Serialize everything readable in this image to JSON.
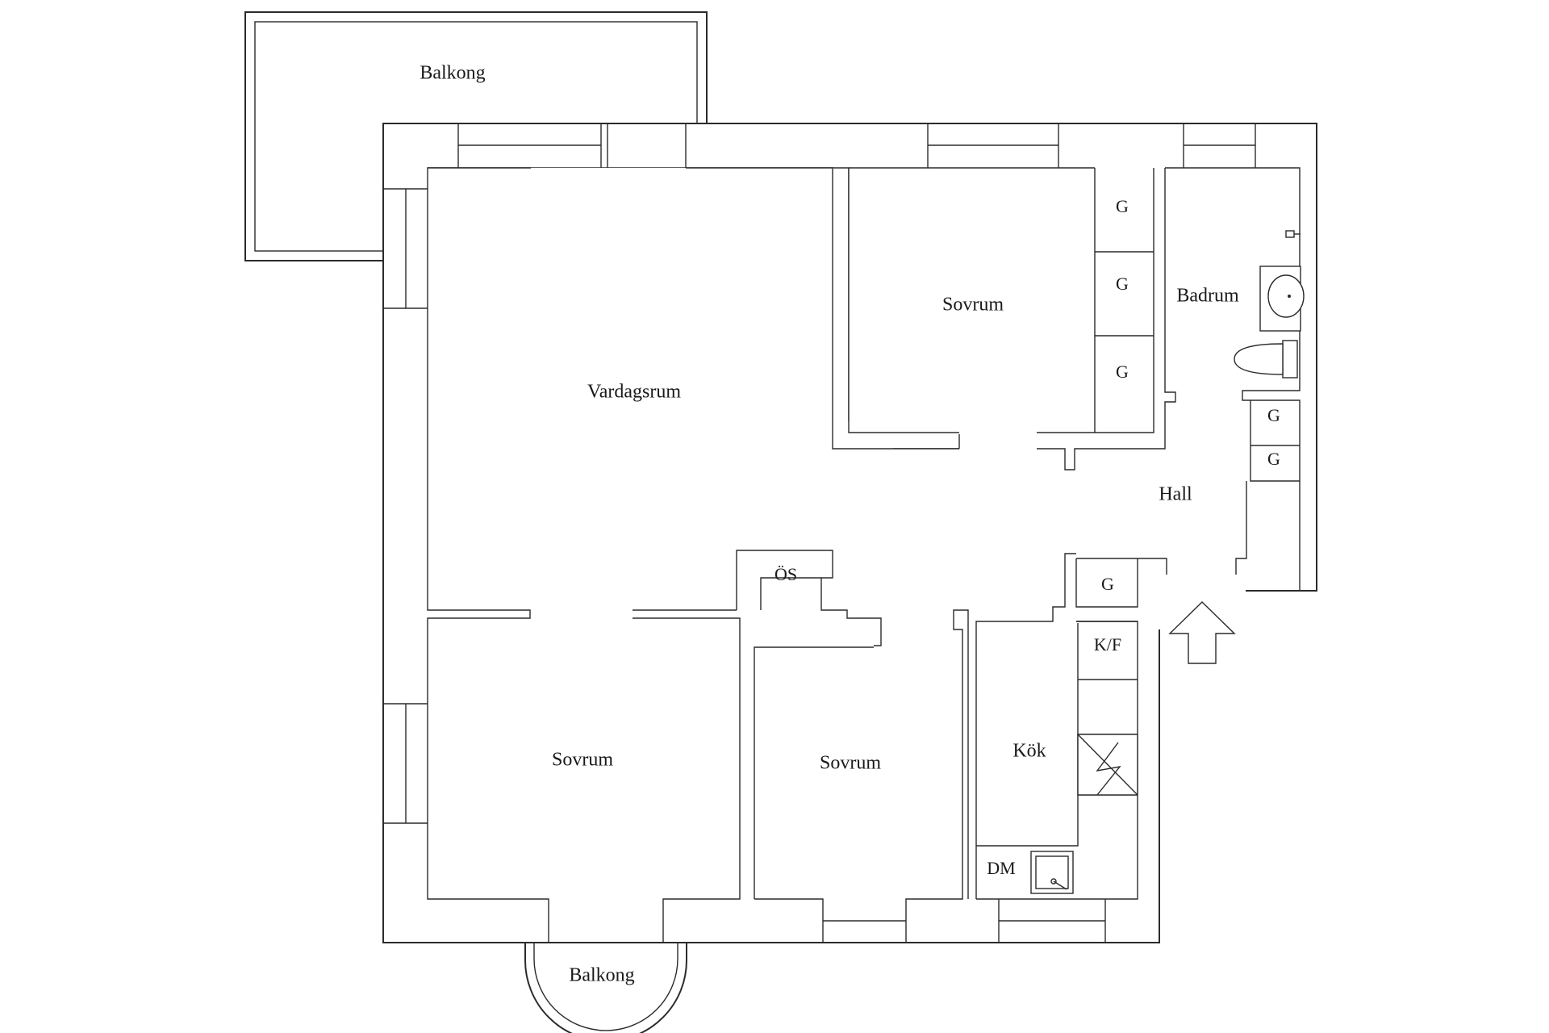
{
  "rooms": {
    "balcony_top": "Balkong",
    "living_room": "Vardagsrum",
    "bedroom_top": "Sovrum",
    "bathroom": "Badrum",
    "hall": "Hall",
    "linen_closet": "ÖS",
    "bedroom_left": "Sovrum",
    "bedroom_mid": "Sovrum",
    "kitchen": "Kök",
    "balcony_bottom": "Balkong"
  },
  "fixtures": {
    "wardrobe_label": "G",
    "fridge_freezer": "K/F",
    "dishwasher": "DM"
  }
}
